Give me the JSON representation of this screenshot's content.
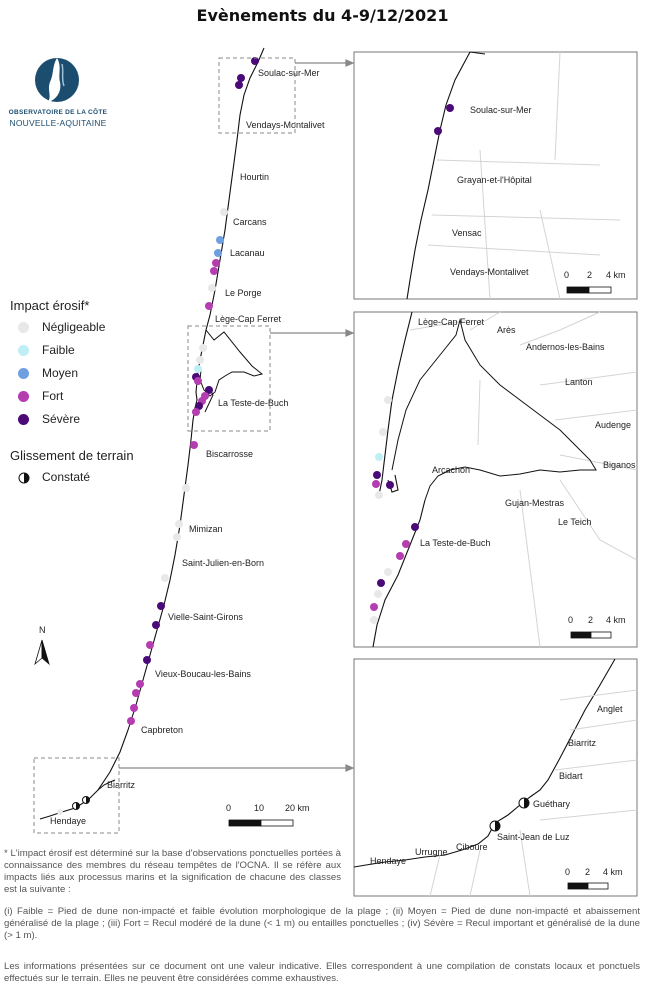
{
  "title": "Evènements du 4-9/12/2021",
  "logo": {
    "line1": "OBSERVATOIRE DE LA CÔTE",
    "line2": "NOUVELLE-AQUITAINE"
  },
  "colors": {
    "negligeable": "#e8e8e8",
    "faible": "#bfeef5",
    "moyen": "#6f9fe0",
    "fort": "#b43db0",
    "severe": "#4a0a78",
    "coast": "#111111",
    "frame": "#888888",
    "admin_lines": "#d4d4d4"
  },
  "legend": {
    "impact_title": "Impact érosif*",
    "items": [
      {
        "key": "negligeable",
        "label": "Négligeable"
      },
      {
        "key": "faible",
        "label": "Faible"
      },
      {
        "key": "moyen",
        "label": "Moyen"
      },
      {
        "key": "fort",
        "label": "Fort"
      },
      {
        "key": "severe",
        "label": "Sévère"
      }
    ],
    "landslide_title": "Glissement de terrain",
    "landslide_item": "Constaté"
  },
  "main_map": {
    "places": {
      "soulac": "Soulac-sur-Mer",
      "vendays": "Vendays-Montalivet",
      "hourtin": "Hourtin",
      "carcans": "Carcans",
      "lacanau": "Lacanau",
      "leporge": "Le Porge",
      "lege": "Lège-Cap Ferret",
      "teste": "La Teste-de-Buch",
      "biscarrosse": "Biscarrosse",
      "mimizan": "Mimizan",
      "stjulien": "Saint-Julien-en-Born",
      "vielle": "Vielle-Saint-Girons",
      "vieux": "Vieux-Boucau-les-Bains",
      "capbreton": "Capbreton",
      "biarritz": "Biarritz",
      "hendaye": "Hendaye"
    },
    "north_label": "N",
    "scale": {
      "t0": "0",
      "t1": "10",
      "t2": "20 km"
    }
  },
  "inset_north": {
    "places": {
      "soulac": "Soulac-sur-Mer",
      "grayan": "Grayan-et-l'Hôpital",
      "vensac": "Vensac",
      "vendays": "Vendays-Montalivet"
    },
    "scale": {
      "t0": "0",
      "t1": "2",
      "t2": "4 km"
    }
  },
  "inset_arcachon": {
    "places": {
      "lege": "Lège-Cap Ferret",
      "ares": "Arès",
      "andernos": "Andernos-les-Bains",
      "lanton": "Lanton",
      "audenge": "Audenge",
      "biganos": "Biganos",
      "arcachon": "Arcachon",
      "gujan": "Gujan-Mestras",
      "leteich": "Le Teich",
      "teste": "La Teste-de-Buch"
    },
    "scale": {
      "t0": "0",
      "t1": "2",
      "t2": "4 km"
    }
  },
  "inset_south": {
    "places": {
      "anglet": "Anglet",
      "biarritz": "Biarritz",
      "bidart": "Bidart",
      "guethary": "Guéthary",
      "stjean": "Saint-Jean de Luz",
      "ciboure": "Ciboure",
      "urrugne": "Urrugne",
      "hendaye": "Hendaye"
    },
    "scale": {
      "t0": "0",
      "t1": "2",
      "t2": "4 km"
    }
  },
  "notes": {
    "p1": "* L'impact érosif est déterminé sur la base d'observations ponctuelles portées à connaissance des membres du réseau tempêtes de l'OCNA. Il se réfère aux impacts liés aux processus marins et la signification de chacune des classes est la suivante :",
    "p2": "(i) Faible = Pied de dune non-impacté et faible évolution morphologique de la plage ; (ii) Moyen = Pied de dune non-impacté et abaissement généralisé de la plage ; (iii) Fort = Recul modéré de la dune (< 1 m) ou entailles ponctuelles ; (iv) Sévère = Recul important et généralisé de la dune (> 1 m).",
    "p3": "Les informations présentées sur ce document ont une valeur indicative. Elles correspondent à une compilation de constats locaux et ponctuels effectués sur le terrain. Elles ne peuvent être considérées comme exhaustives."
  }
}
